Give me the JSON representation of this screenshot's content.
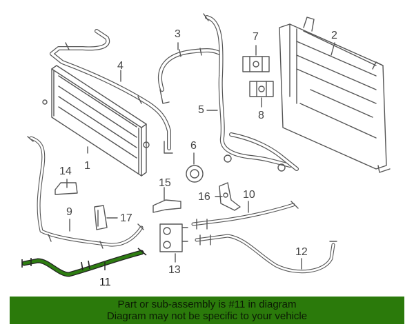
{
  "diagram": {
    "callouts": [
      "1",
      "2",
      "3",
      "4",
      "5",
      "6",
      "7",
      "8",
      "9",
      "10",
      "11",
      "12",
      "13",
      "14",
      "15",
      "16",
      "17"
    ],
    "highlighted_part": "11",
    "highlight_color": "#2e7d12",
    "line_color": "#555555"
  },
  "banner": {
    "line1": "Part or sub-assembly is #11 in diagram",
    "line2": "Diagram may not be specific to your vehicle",
    "background": "#2b7a0b"
  }
}
